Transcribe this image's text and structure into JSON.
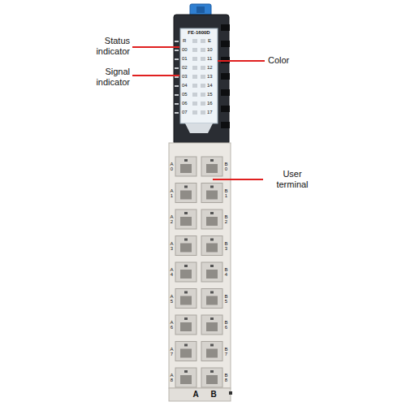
{
  "diagram": {
    "labels": [
      "Status indicator",
      "Signal indicator",
      "Color",
      "User terminal",
      "FE-1600D",
      "R",
      "E",
      "00",
      "10",
      "01",
      "11",
      "02",
      "12",
      "03",
      "13",
      "04",
      "14",
      "05",
      "15",
      "06",
      "16",
      "07",
      "17",
      "A 0",
      "B 0",
      "A 1",
      "B 1",
      "A 2",
      "B 2",
      "A 3",
      "B 3",
      "A 4",
      "B 4",
      "A 5",
      "B 5",
      "A 6",
      "B 6",
      "A 7",
      "B 7",
      "A 8",
      "B 8",
      "A",
      "B"
    ]
  }
}
